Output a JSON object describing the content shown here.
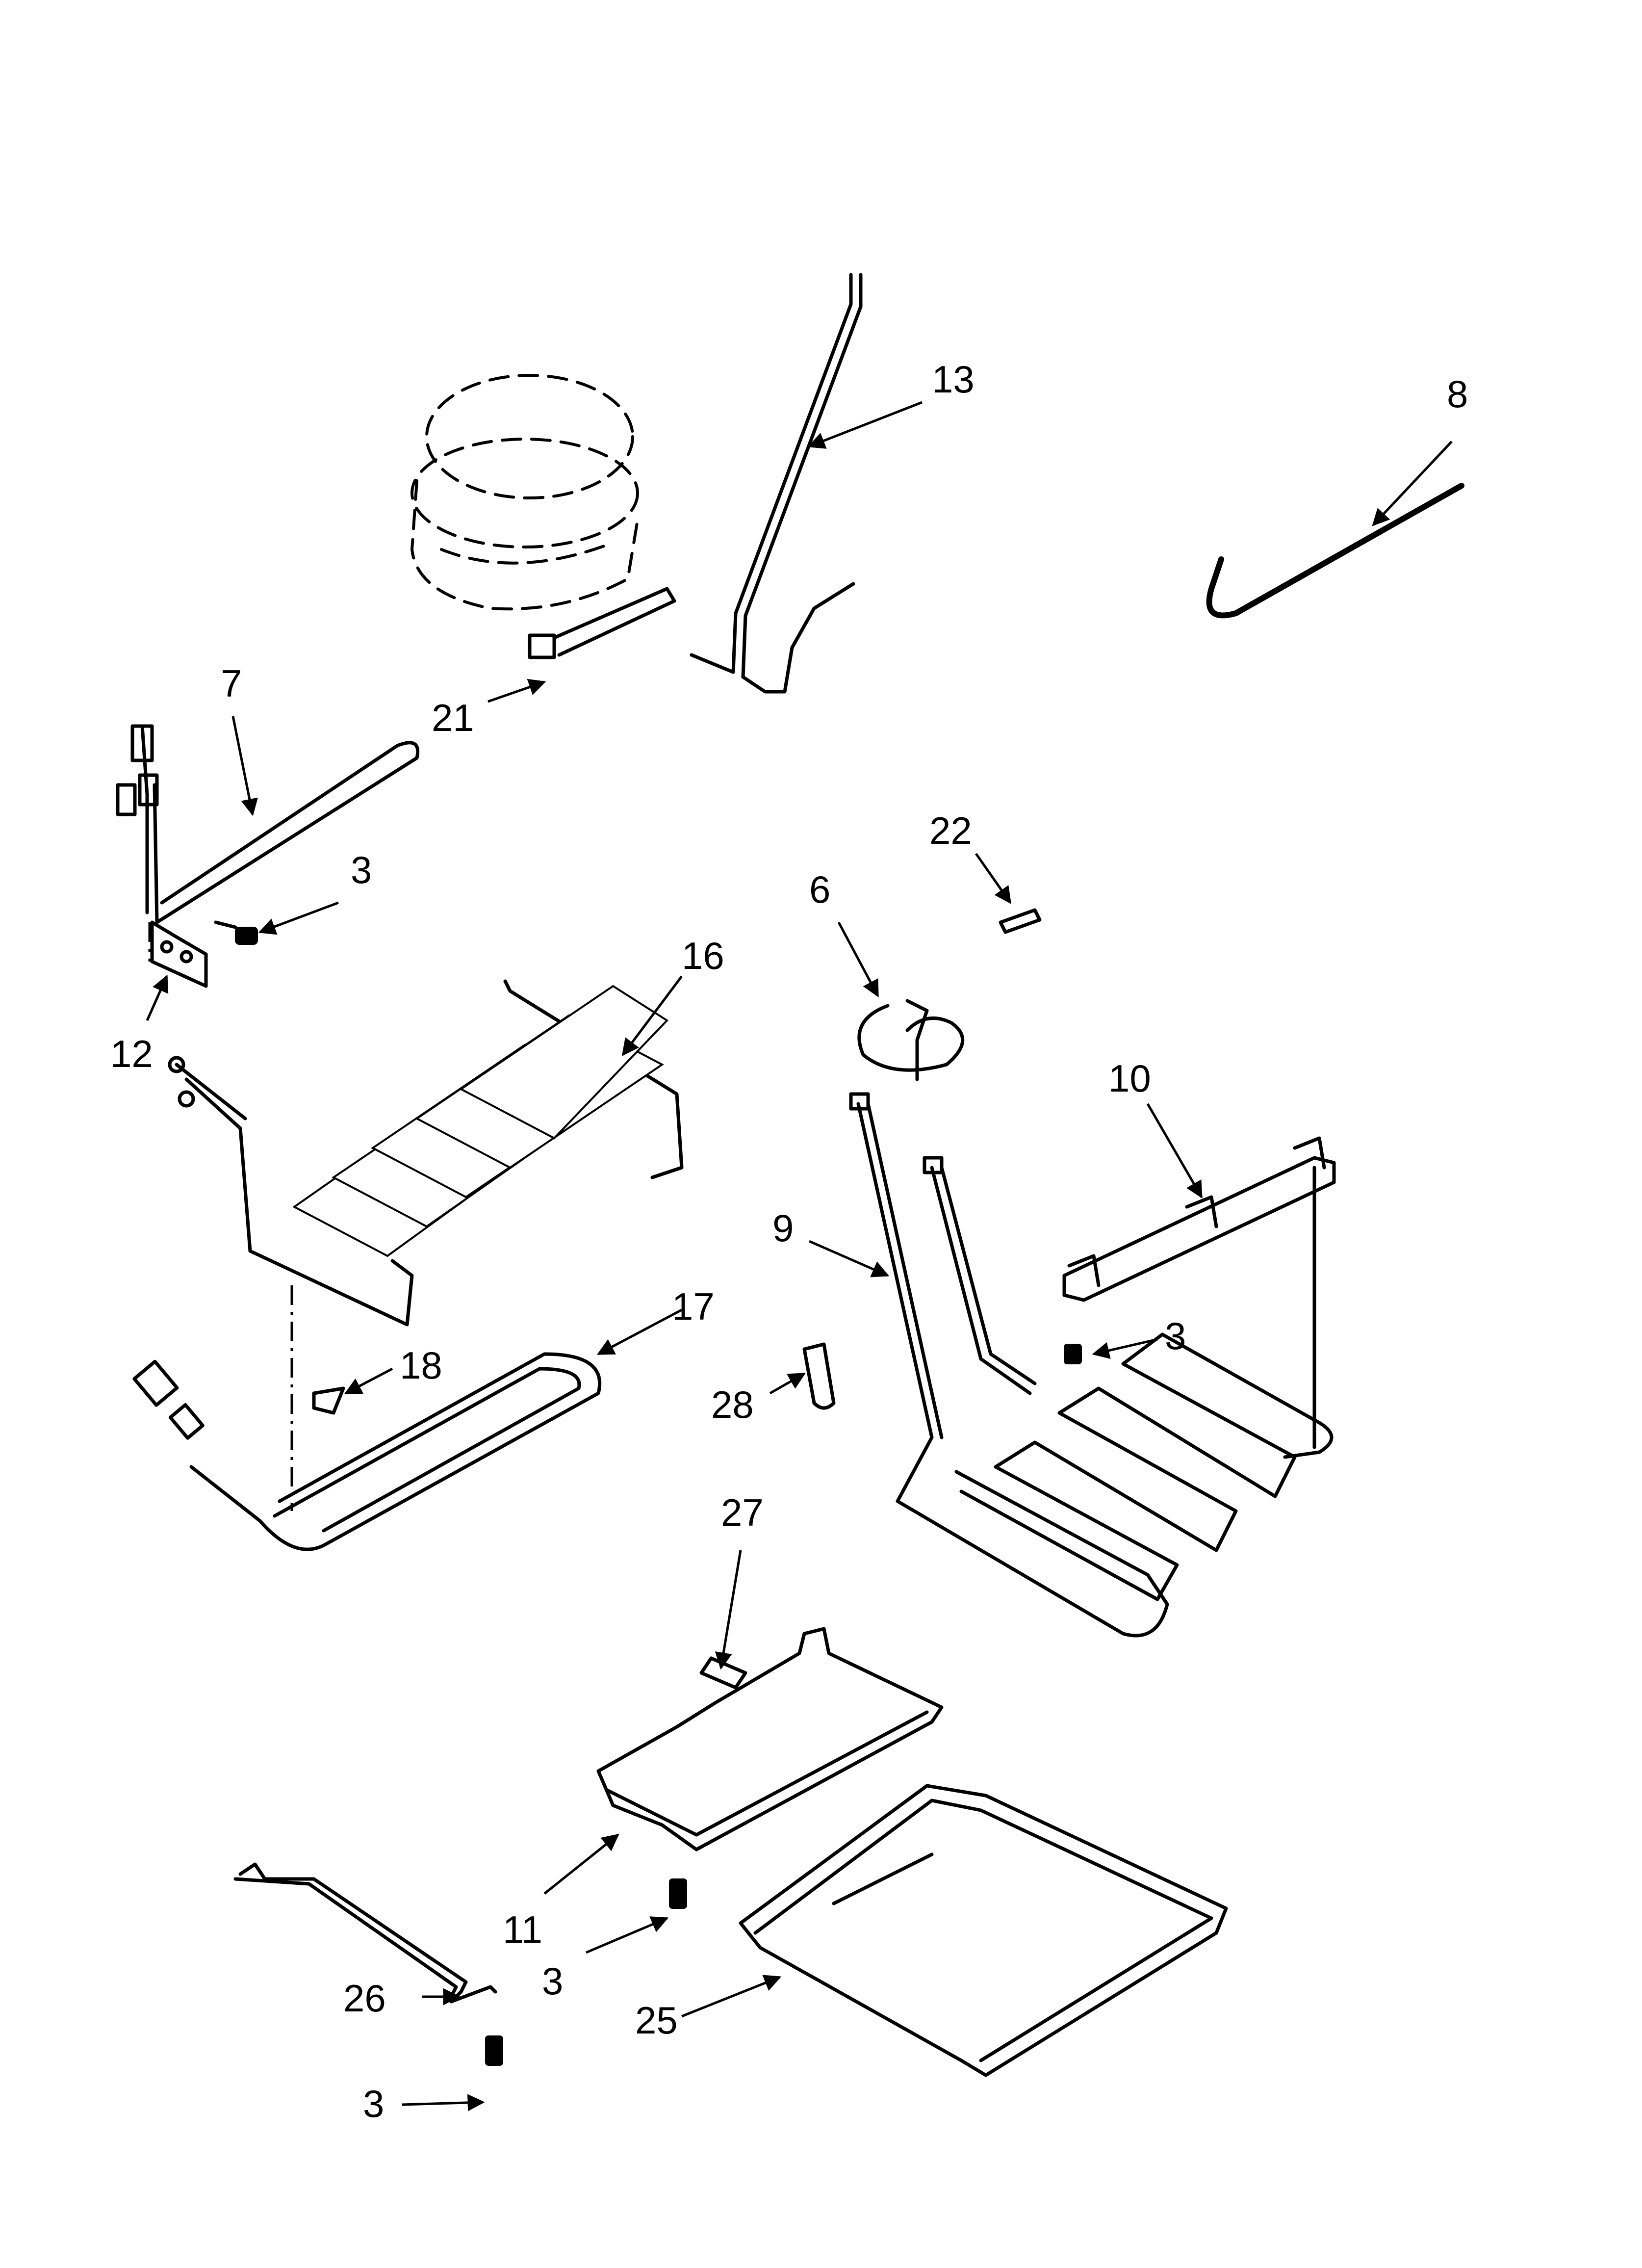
{
  "callouts": {
    "c13": "13",
    "c8": "8",
    "c7": "7",
    "c21": "21",
    "c3a": "3",
    "c22": "22",
    "c6": "6",
    "c16": "16",
    "c12": "12",
    "c10": "10",
    "c9": "9",
    "c3b": "3",
    "c17": "17",
    "c18": "18",
    "c28": "28",
    "c27": "27",
    "c11": "11",
    "c3c": "3",
    "c26": "26",
    "c25": "25",
    "c3d": "3"
  }
}
